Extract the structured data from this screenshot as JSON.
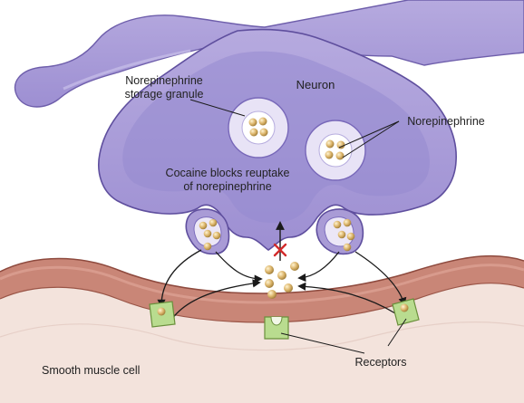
{
  "labels": {
    "storage_granule_line1": "Norepinephrine",
    "storage_granule_line2": "storage granule",
    "neuron": "Neuron",
    "norepinephrine": "Norepinephrine",
    "cocaine_line1": "Cocaine blocks reuptake",
    "cocaine_line2": "of norepinephrine",
    "receptors": "Receptors",
    "smooth_muscle": "Smooth muscle cell"
  },
  "colors": {
    "neuron_fill": "#a99bd6",
    "neuron_inner": "#8f80c9",
    "neuron_outline": "#6b5ba8",
    "granule_wall": "#e3def4",
    "vesicle": "#d9b66b",
    "muscle_fill": "#f0ddd6",
    "membrane": "#b96b5d",
    "receptor": "#b7d98b",
    "block_mark": "#d22b2b"
  }
}
